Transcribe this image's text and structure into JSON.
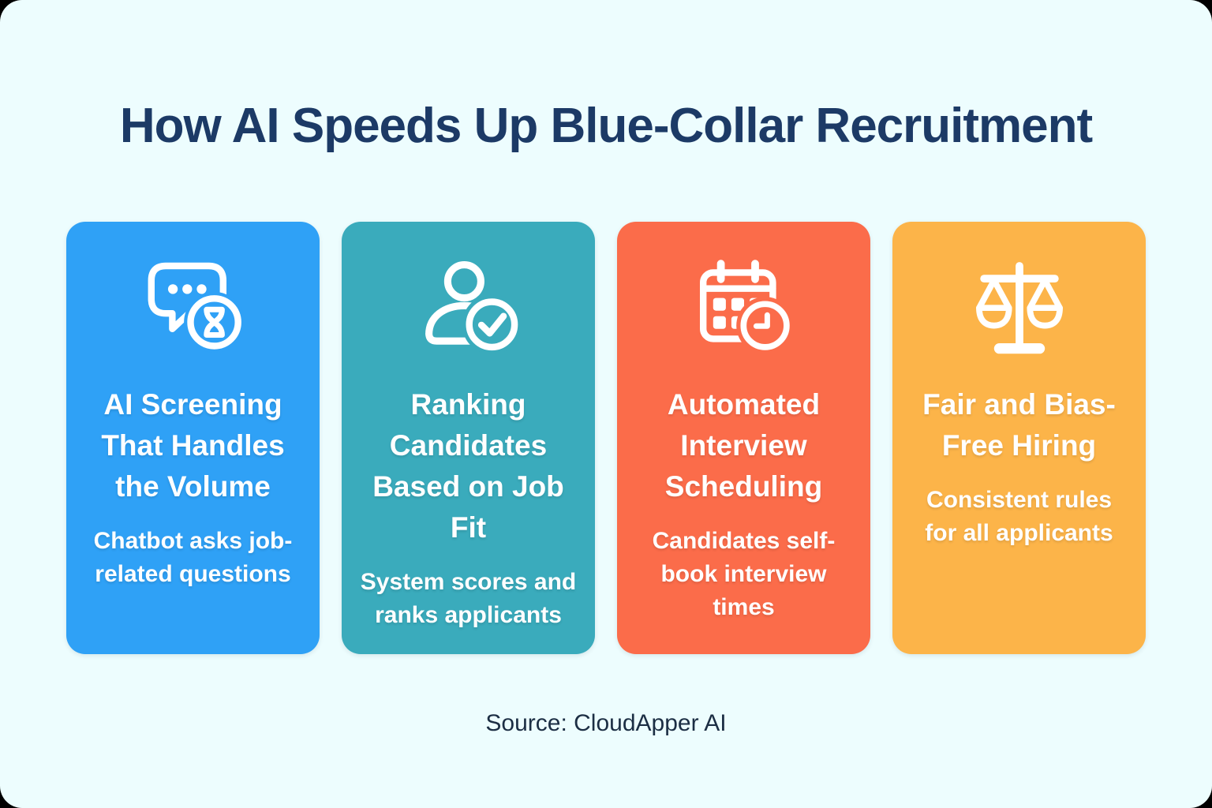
{
  "page": {
    "title": "How AI Speeds Up Blue-Collar Recruitment",
    "source": "Source: CloudApper AI",
    "colors": {
      "background": "#EDFDFE",
      "title_text": "#1C3A66",
      "source_text": "#1C2E44",
      "card_text": "#FFFFFF"
    }
  },
  "cards": [
    {
      "icon": "chat-hourglass-icon",
      "color": "#2FA1F6",
      "title": "AI Screening That Handles the Volume",
      "subtitle": "Chatbot asks job-related questions"
    },
    {
      "icon": "person-check-icon",
      "color": "#3AABBC",
      "title": "Ranking Candidates Based on Job Fit",
      "subtitle": "System scores and ranks applicants"
    },
    {
      "icon": "calendar-clock-icon",
      "color": "#FB6C4A",
      "title": "Automated Interview Scheduling",
      "subtitle": "Candidates self-book interview times"
    },
    {
      "icon": "scales-icon",
      "color": "#FCB449",
      "title": "Fair and Bias-Free Hiring",
      "subtitle": "Consistent rules for all applicants"
    }
  ]
}
